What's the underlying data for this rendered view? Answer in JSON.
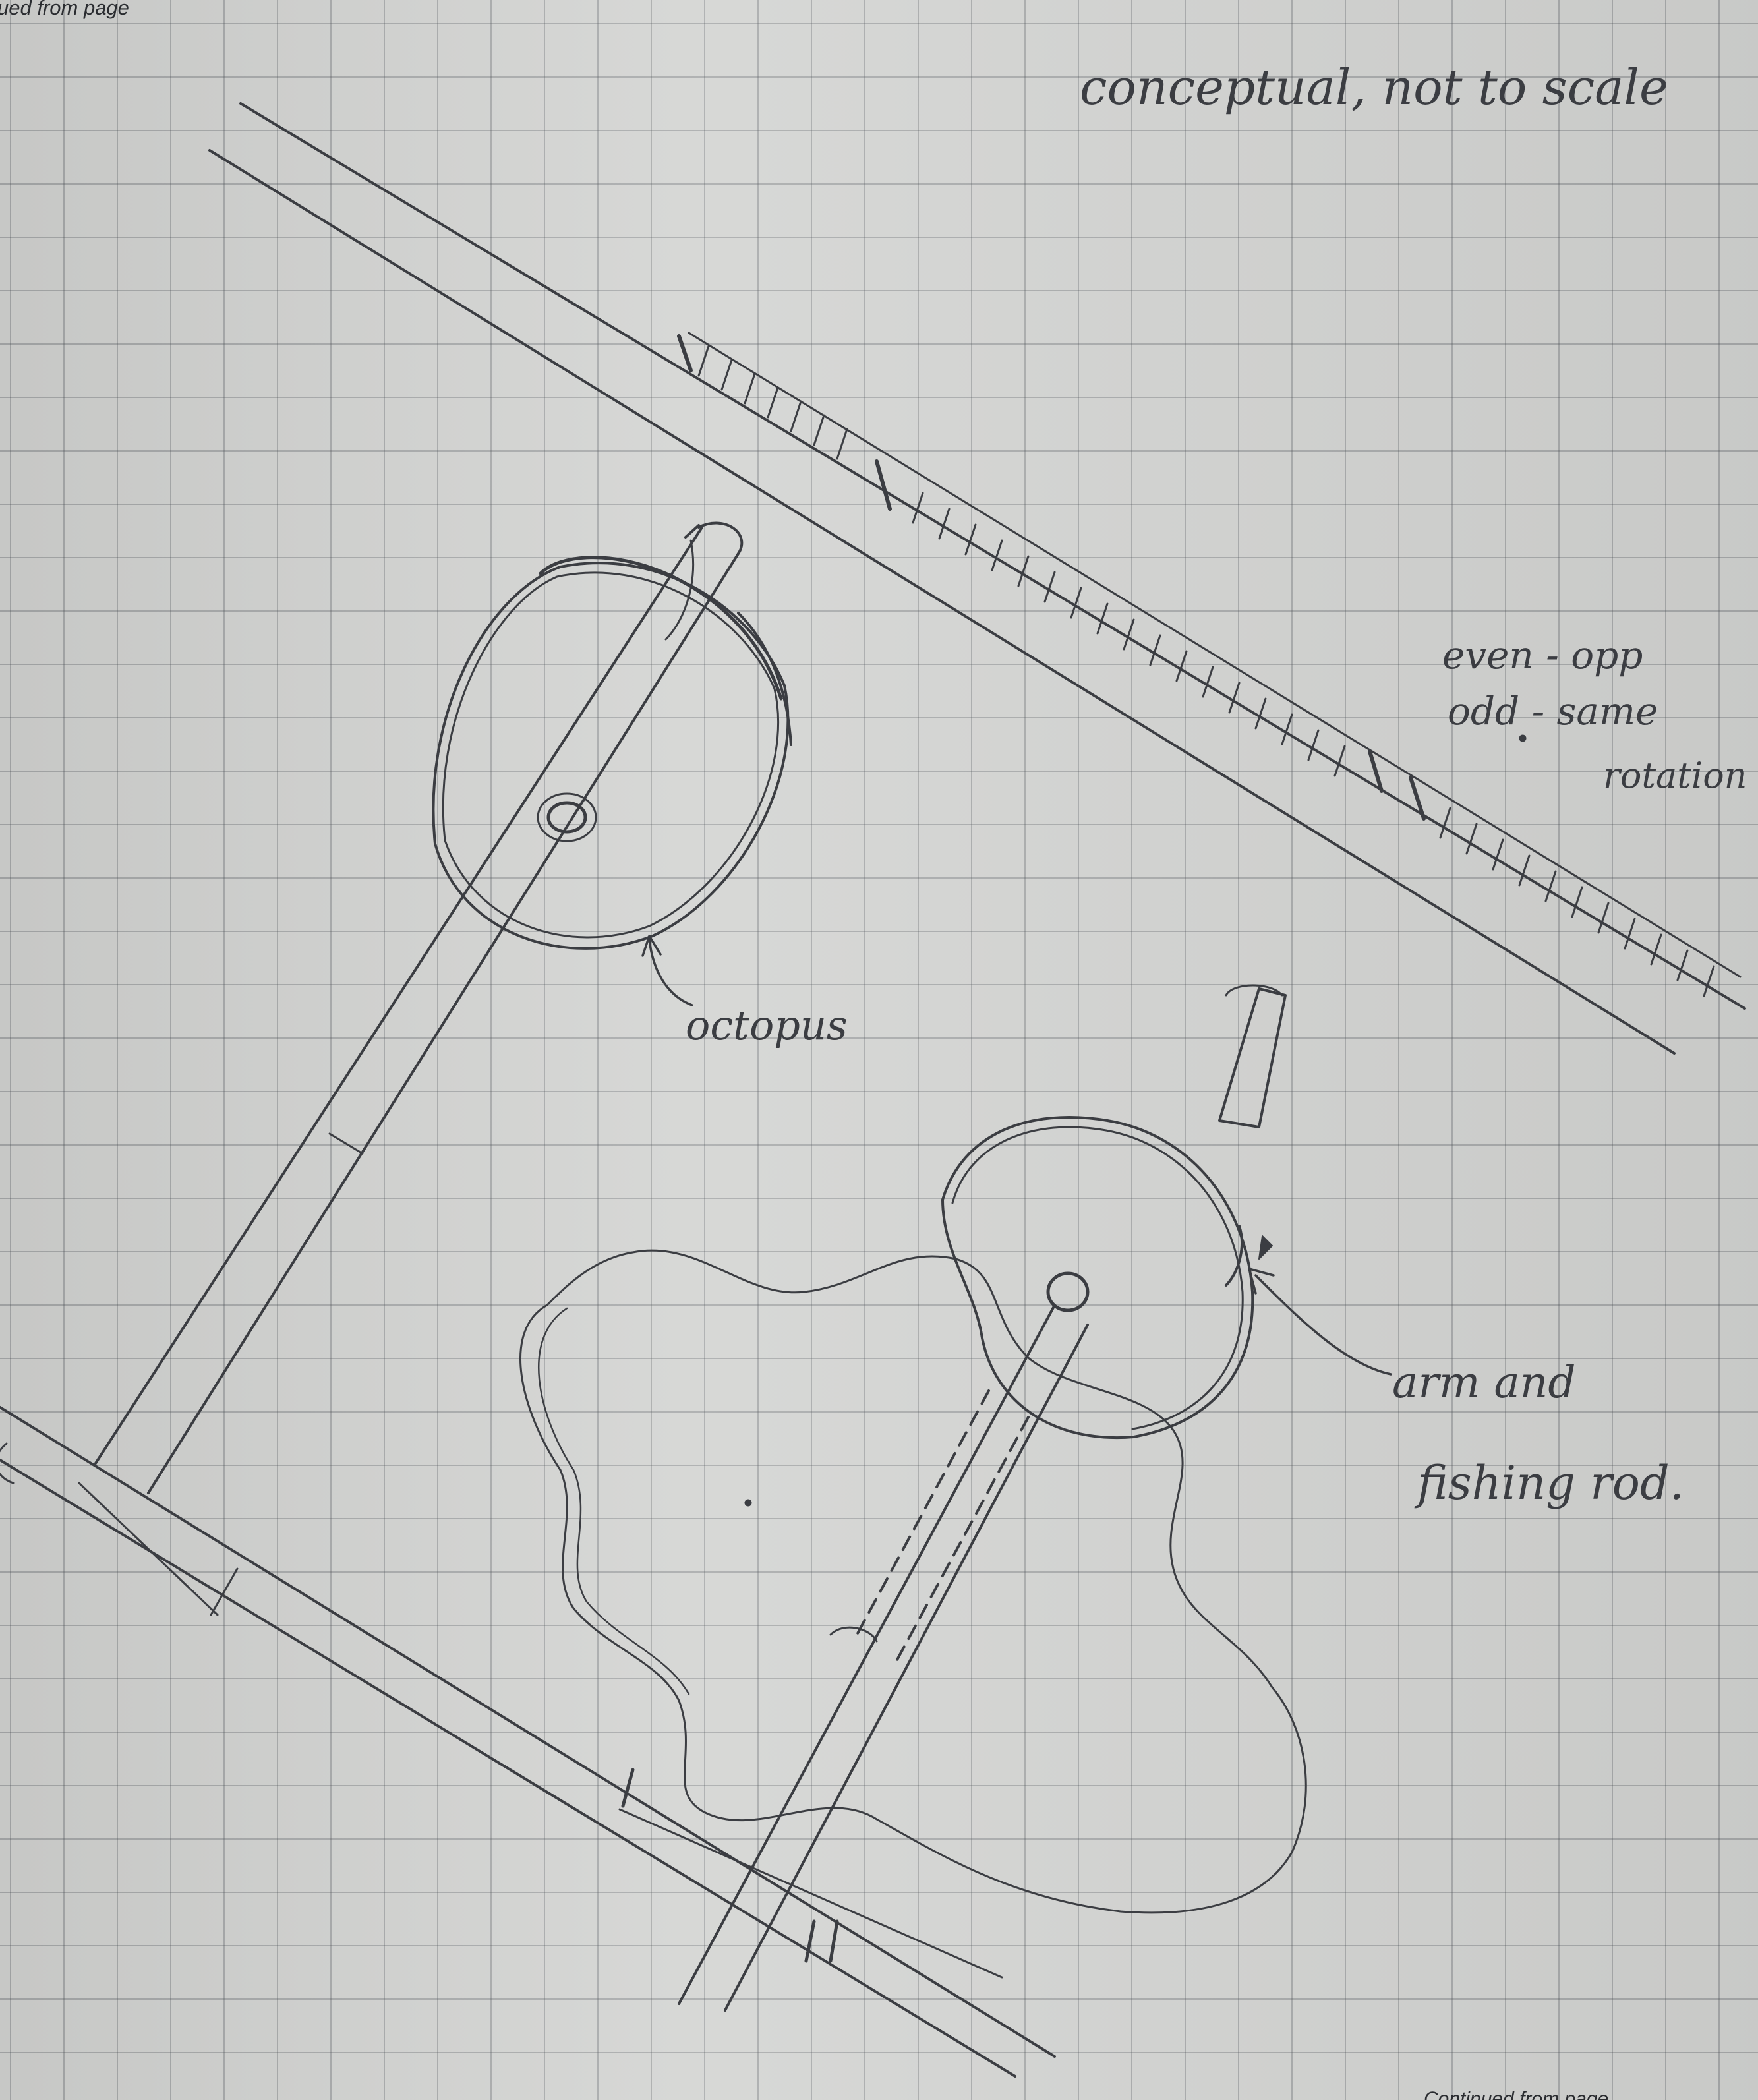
{
  "header": {
    "continued_text": "ued from page"
  },
  "footer": {
    "text": "Continued from page"
  },
  "notes": {
    "title": "conceptual, not to scale",
    "even": "even - opp",
    "odd": "odd - same",
    "rotation": "rotation"
  },
  "labels": {
    "octopus": "octopus",
    "arm": "arm and",
    "rod": "fishing rod."
  },
  "colors": {
    "pencil": "#3b3d42",
    "grid": "#464a50",
    "paper": "#d3d4d2"
  }
}
